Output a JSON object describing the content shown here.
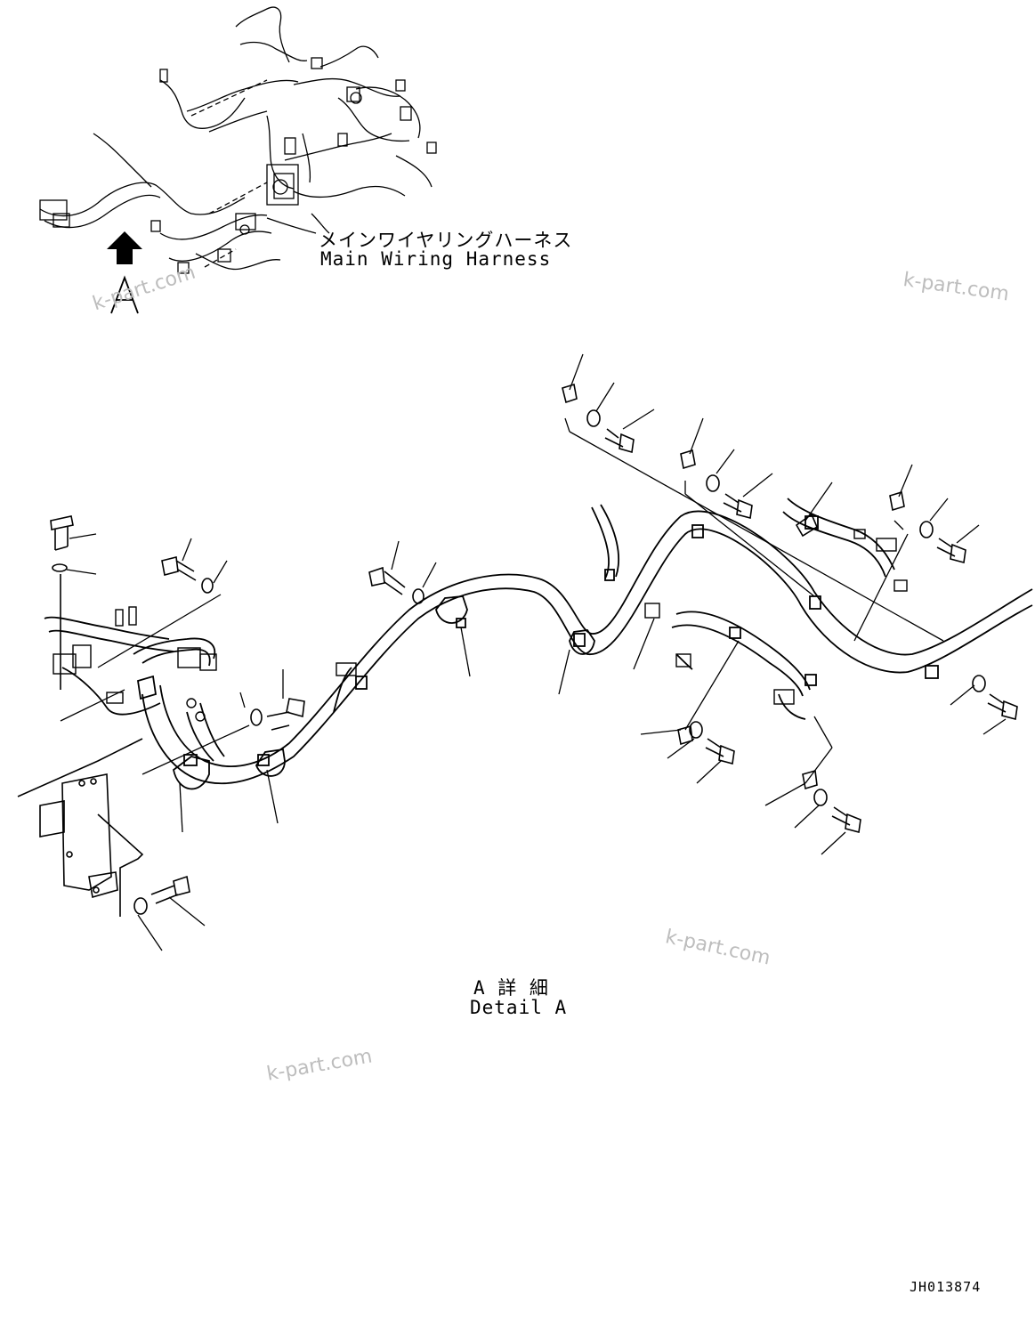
{
  "labels": {
    "harness_jp": "メインワイヤリングハーネス",
    "harness_en": "Main Wiring Harness",
    "view_letter": "A",
    "detail_jp": "A 詳 細",
    "detail_en": "Detail A"
  },
  "watermark": "k-part.com",
  "doc_number": "JH013874",
  "icons": {
    "view_arrow": "up-arrow-icon"
  }
}
